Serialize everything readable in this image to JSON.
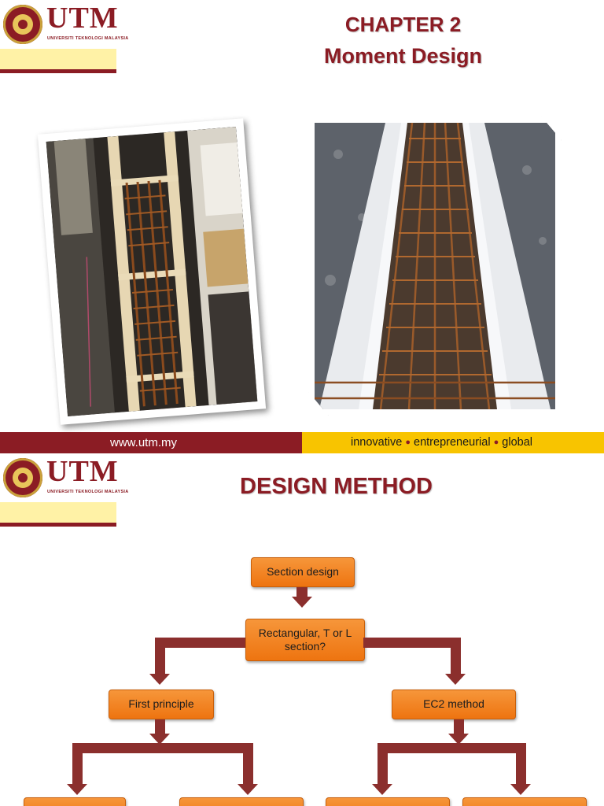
{
  "brand": {
    "logo_text": "UTM",
    "logo_subtitle": "UNIVERSITI TEKNOLOGI MALAYSIA",
    "maroon": "#8b1c24",
    "gold": "#f8c400",
    "pale_gold": "#fff2a6"
  },
  "slide1": {
    "chapter": "CHAPTER 2",
    "subtitle": "Moment Design",
    "photo_left_alt": "beam reinforcement cage in formwork",
    "photo_right_alt": "reinforcement cage in foam formwork trench"
  },
  "footer": {
    "url": "www.utm.my",
    "tag_1": "innovative",
    "tag_2": "entrepreneurial",
    "tag_3": "global"
  },
  "slide2": {
    "title": "DESIGN METHOD",
    "nodes": {
      "root": "Section design",
      "q": "Rectangular, T or L section?",
      "left": "First principle",
      "right": "EC2 method"
    }
  },
  "colors": {
    "box_fill": "#f07d17",
    "connector": "#8b2f2d"
  }
}
